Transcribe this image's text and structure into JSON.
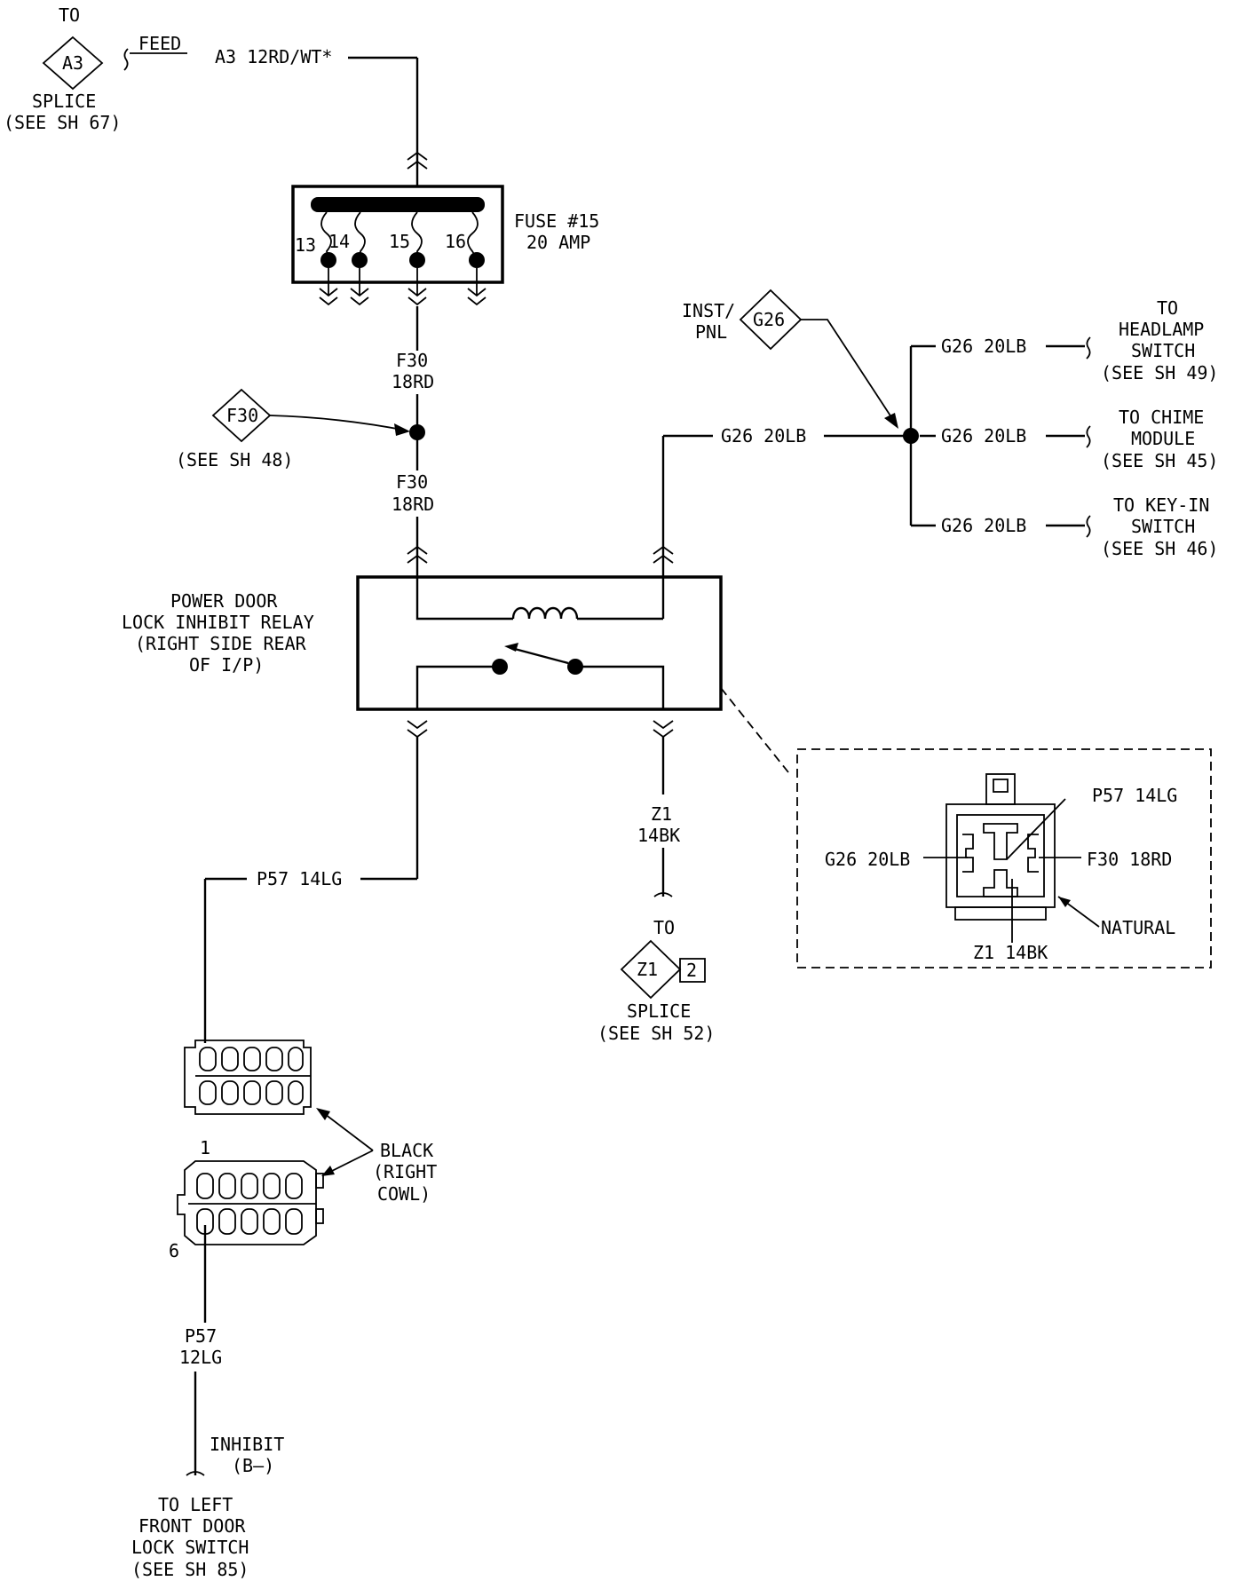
{
  "splice_a3": {
    "to": "TO",
    "id": "A3",
    "feed": "FEED",
    "wire": "A3 12RD/WT*",
    "label": "SPLICE",
    "ref": "(SEE SH 67)"
  },
  "fuse": {
    "title": "FUSE #15",
    "rating": "20 AMP",
    "pins": [
      "13",
      "14",
      "15",
      "16"
    ]
  },
  "f30": {
    "wire_code": "F30",
    "wire_size_color": "18RD",
    "tag": "F30",
    "ref": "(SEE SH 48)"
  },
  "g26": {
    "inst_pnl_1": "INST/",
    "inst_pnl_2": "PNL",
    "tag": "G26",
    "wire": "G26 20LB",
    "branches": [
      {
        "wire": "G26 20LB",
        "lines": [
          "TO",
          "HEADLAMP",
          "SWITCH",
          "(SEE SH 49)"
        ]
      },
      {
        "wire": "G26 20LB",
        "lines": [
          "TO CHIME",
          "MODULE",
          "(SEE SH 45)"
        ]
      },
      {
        "wire": "G26 20LB",
        "lines": [
          "TO KEY-IN",
          "SWITCH",
          "(SEE SH 46)"
        ]
      }
    ]
  },
  "relay": {
    "lines": [
      "POWER DOOR",
      "LOCK INHIBIT RELAY",
      "(RIGHT SIDE REAR",
      "OF I/P)"
    ]
  },
  "connector_detail": {
    "p57": "P57 14LG",
    "g26": "G26 20LB",
    "f30": "F30 18RD",
    "z1": "Z1 14BK",
    "color": "NATURAL"
  },
  "z1": {
    "wire_code": "Z1",
    "wire_size_color": "14BK",
    "to": "TO",
    "tag": "Z1",
    "tag_number": "2",
    "label": "SPLICE",
    "ref": "(SEE SH 52)"
  },
  "p57": {
    "wire": "P57 14LG",
    "lower_code": "P57",
    "lower_size_color": "12LG"
  },
  "cowl_connector": {
    "lines": [
      "BLACK",
      "(RIGHT",
      "COWL)"
    ],
    "pin_1": "1",
    "pin_6": "6"
  },
  "inhibit": {
    "label": "INHIBIT",
    "polarity": "(B—)",
    "lines": [
      "TO LEFT",
      "FRONT DOOR",
      "LOCK SWITCH",
      "(SEE SH 85)"
    ]
  }
}
